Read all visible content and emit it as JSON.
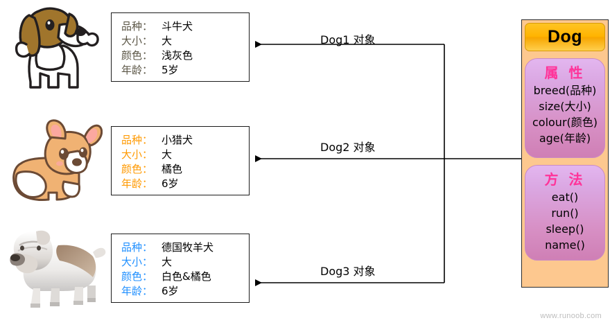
{
  "diagram": {
    "title": "Dog",
    "watermark": "www.runoob.com"
  },
  "instances": [
    {
      "art": "beagle-dog-illustration",
      "label_color": "#5b5646",
      "arrow_label": "Dog1 对象",
      "rows": [
        {
          "label": "品种：",
          "value": "斗牛犬"
        },
        {
          "label": "大小：",
          "value": "大"
        },
        {
          "label": "颜色：",
          "value": "浅灰色"
        },
        {
          "label": "年龄：",
          "value": "5岁"
        }
      ]
    },
    {
      "art": "corgi-dog-illustration",
      "label_color": "#ff9900",
      "arrow_label": "Dog2 对象",
      "rows": [
        {
          "label": "品种：",
          "value": "小猎犬"
        },
        {
          "label": "大小：",
          "value": "大"
        },
        {
          "label": "颜色：",
          "value": "橘色"
        },
        {
          "label": "年龄：",
          "value": "6岁"
        }
      ]
    },
    {
      "art": "bulldog-dog-illustration",
      "label_color": "#1f8fff",
      "arrow_label": "Dog3 对象",
      "rows": [
        {
          "label": "品种：",
          "value": "德国牧羊犬"
        },
        {
          "label": "大小：",
          "value": "大"
        },
        {
          "label": "颜色：",
          "value": "白色&橘色"
        },
        {
          "label": "年龄：",
          "value": "6岁"
        }
      ]
    }
  ],
  "class_card": {
    "title": "Dog",
    "title_color": "#ffb300",
    "attributes": {
      "heading": "属 性",
      "heading_color": "#ff3399",
      "items": [
        "breed(品种)",
        "size(大小)",
        "colour(颜色)",
        "age(年龄)"
      ]
    },
    "methods": {
      "heading": "方 法",
      "heading_color": "#ff3399",
      "items": [
        "eat()",
        "run()",
        "sleep()",
        "name()"
      ]
    }
  }
}
